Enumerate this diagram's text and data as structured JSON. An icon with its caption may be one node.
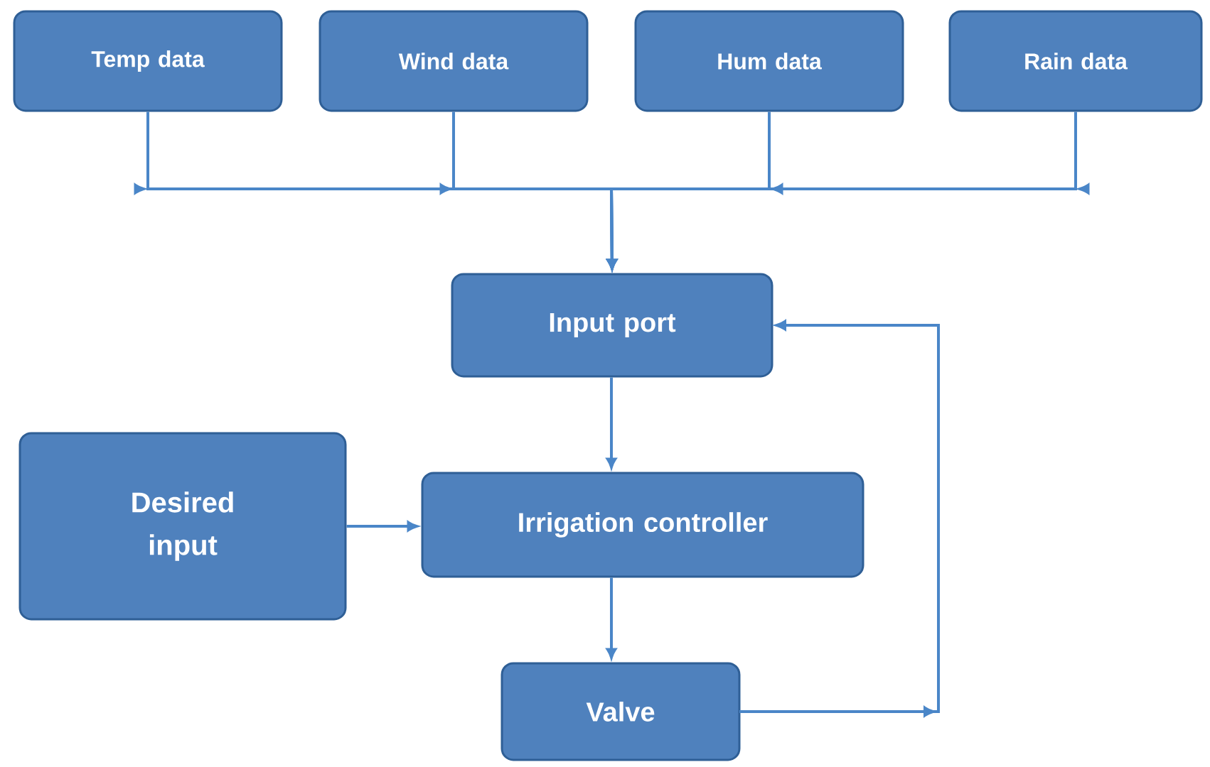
{
  "diagram": {
    "nodes": [
      {
        "text": [
          "Temp data"
        ]
      },
      {
        "text": [
          "Wind data"
        ]
      },
      {
        "text": [
          "Hum data"
        ]
      },
      {
        "text": [
          "Rain data"
        ]
      },
      {
        "text": [
          "Input port"
        ]
      },
      {
        "text": [
          "Desired input"
        ]
      },
      {
        "text": [
          "Irrigation controller"
        ]
      },
      {
        "text": [
          "Valve"
        ]
      }
    ],
    "edges": [
      {
        "from": 0,
        "to": 4,
        "arrow": "to"
      },
      {
        "from": 1,
        "to": 4,
        "arrow": "to"
      },
      {
        "from": 2,
        "to": 4,
        "arrow": "to"
      },
      {
        "from": 3,
        "to": 4,
        "arrow": "to"
      },
      {
        "from": 4,
        "to": 6,
        "arrow": "to"
      },
      {
        "from": 5,
        "to": 6,
        "arrow": "to"
      },
      {
        "from": 6,
        "to": 7,
        "arrow": "to"
      },
      {
        "from": 7,
        "to": 4,
        "arrow": "to"
      }
    ]
  }
}
